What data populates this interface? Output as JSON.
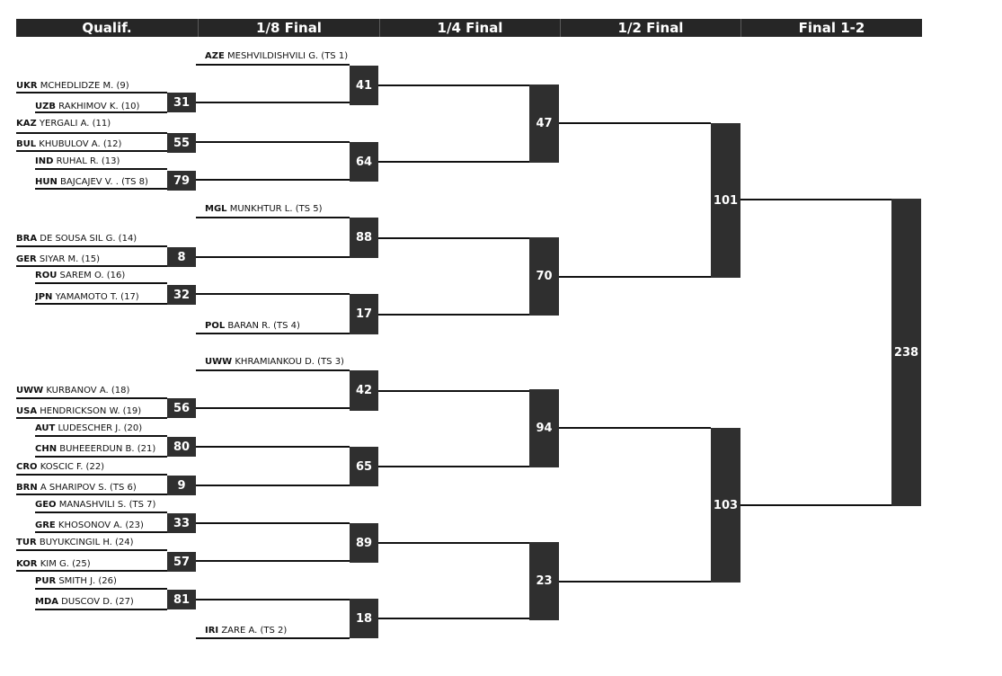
{
  "rounds": [
    "Qualif.",
    "1/8 Final",
    "1/4 Final",
    "1/2 Final",
    "Final 1-2"
  ],
  "entries": [
    {
      "country": "AZE",
      "name": "MESHVILDISHVILI G. (TS 1)"
    },
    {
      "country": "UKR",
      "name": "MCHEDLIDZE M. (9)"
    },
    {
      "country": "UZB",
      "name": "RAKHIMOV K. (10)"
    },
    {
      "country": "KAZ",
      "name": "YERGALI A. (11)"
    },
    {
      "country": "BUL",
      "name": "KHUBULOV A. (12)"
    },
    {
      "country": "IND",
      "name": "RUHAL R. (13)"
    },
    {
      "country": "HUN",
      "name": "BAJCAJEV V. . (TS 8)"
    },
    {
      "country": "MGL",
      "name": "MUNKHTUR L. (TS 5)"
    },
    {
      "country": "BRA",
      "name": "DE SOUSA SIL G. (14)"
    },
    {
      "country": "GER",
      "name": "SIYAR M. (15)"
    },
    {
      "country": "ROU",
      "name": "SAREM O. (16)"
    },
    {
      "country": "JPN",
      "name": "YAMAMOTO T. (17)"
    },
    {
      "country": "POL",
      "name": "BARAN R. (TS 4)"
    },
    {
      "country": "UWW",
      "name": "KHRAMIANKOU D. (TS 3)"
    },
    {
      "country": "UWW",
      "name": "KURBANOV A. (18)"
    },
    {
      "country": "USA",
      "name": "HENDRICKSON W. (19)"
    },
    {
      "country": "AUT",
      "name": "LUDESCHER J. (20)"
    },
    {
      "country": "CHN",
      "name": "BUHEEERDUN B. (21)"
    },
    {
      "country": "CRO",
      "name": "KOSCIC F. (22)"
    },
    {
      "country": "BRN",
      "name": "A SHARIPOV S. (TS 6)"
    },
    {
      "country": "GEO",
      "name": "MANASHVILI S. (TS 7)"
    },
    {
      "country": "GRE",
      "name": "KHOSONOV A. (23)"
    },
    {
      "country": "TUR",
      "name": "BUYUKCINGIL H. (24)"
    },
    {
      "country": "KOR",
      "name": "KIM G. (25)"
    },
    {
      "country": "PUR",
      "name": "SMITH J. (26)"
    },
    {
      "country": "MDA",
      "name": "DUSCOV D. (27)"
    },
    {
      "country": "IRI",
      "name": "ZARE A. (TS 2)"
    }
  ],
  "bouts": {
    "qualif": [
      "31",
      "55",
      "79",
      "8",
      "32",
      "56",
      "80",
      "9",
      "33",
      "57",
      "81"
    ],
    "eighth": [
      "41",
      "64",
      "88",
      "17",
      "42",
      "65",
      "89",
      "18"
    ],
    "quarter": [
      "47",
      "70",
      "94",
      "23"
    ],
    "semi": [
      "101",
      "103"
    ],
    "final": [
      "238"
    ]
  }
}
